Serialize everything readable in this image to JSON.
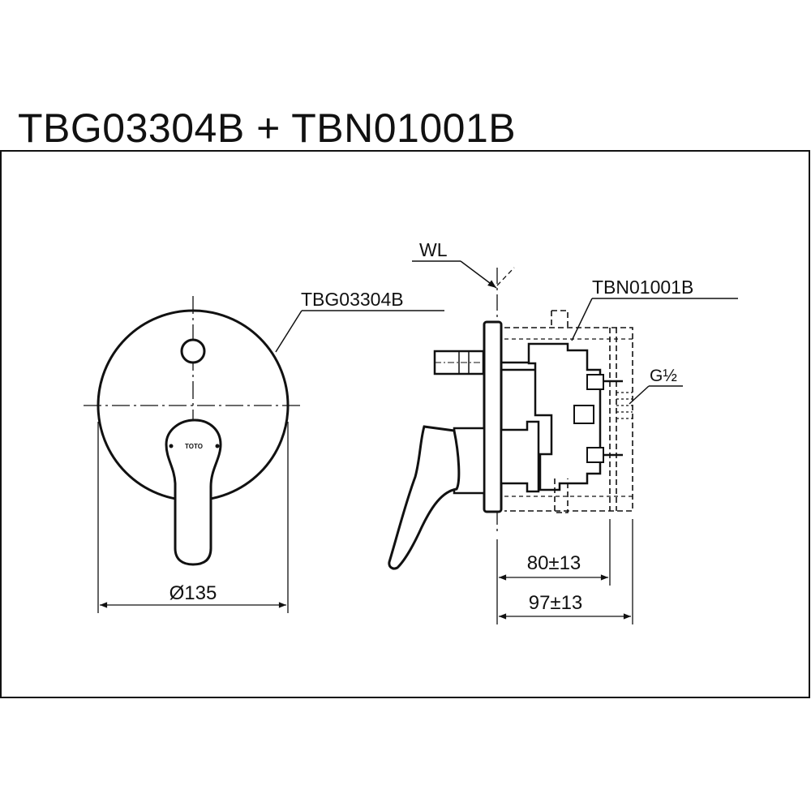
{
  "title": "TBG03304B + TBN01001B",
  "labels": {
    "faceplate_part": "TBG03304B",
    "body_part": "TBN01001B",
    "water_level": "WL",
    "thread": "G½",
    "diameter": "Ø135",
    "depth_small": "80±13",
    "depth_large": "97±13",
    "logo": "TOTO"
  }
}
